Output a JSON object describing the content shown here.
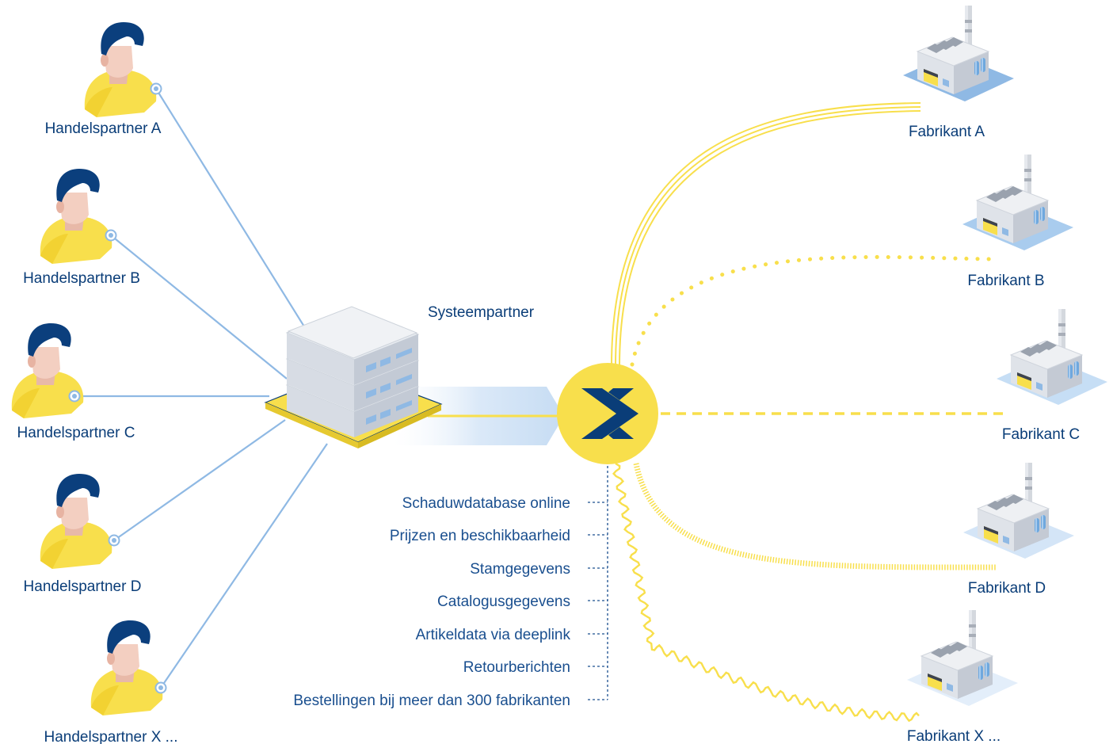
{
  "colors": {
    "navy": "#0a3d78",
    "yellow": "#f8df4c",
    "light_blue": "#8fb9e4",
    "hair": "#0b3f7d",
    "skin": "#f3cfc1"
  },
  "trading_partners": [
    {
      "label": "Handelspartner A"
    },
    {
      "label": "Handelspartner B"
    },
    {
      "label": "Handelspartner C"
    },
    {
      "label": "Handelspartner D"
    },
    {
      "label": "Handelspartner X ..."
    }
  ],
  "system_partner": {
    "label": "Systeempartner"
  },
  "hub": {
    "icon": "x-logo-icon"
  },
  "manufacturers": [
    {
      "label": "Fabrikant A"
    },
    {
      "label": "Fabrikant B"
    },
    {
      "label": "Fabrikant C"
    },
    {
      "label": "Fabrikant D"
    },
    {
      "label": "Fabrikant X ..."
    }
  ],
  "features": [
    "Schaduwdatabase online",
    "Prijzen en beschikbaarheid",
    "Stamgegevens",
    "Catalogusgegevens",
    "Artikeldata via deeplink",
    "Retourberichten",
    "Bestellingen bij meer dan 300 fabrikanten"
  ]
}
